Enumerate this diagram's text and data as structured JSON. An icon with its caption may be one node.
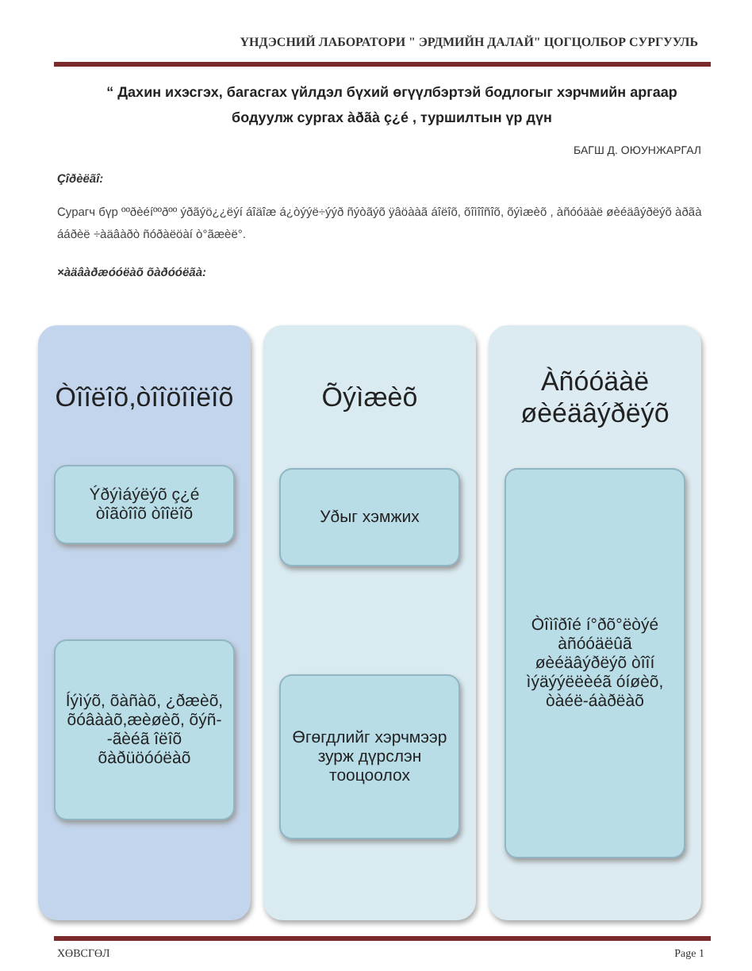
{
  "diagram": {
    "title": "“ Дахин ихэсгэх, багасгах үйлдэл бүхий өгүүлбэртэй бодлогыг хэрчмийн аргаар бодуулж сургах àðãà ç¿é , туршилтын үр дүн",
    "nodes": [
      {
        "text": [
          "Òîîëîõ,òîîöîîëîõ"
        ]
      },
      {
        "text": [
          "Ýðýìáýëýõ ç¿é òîãòîîõ òîîëîõ"
        ],
        "in": 0
      },
      {
        "text": [
          "Íýìýõ, õàñàõ, ¿ðæèõ, õóâààõ,æèøèõ, õýñ--ãèéã îëîõ õàðüöóóëàõ"
        ],
        "in": 0
      },
      {
        "text": [
          "Õýìæèõ"
        ]
      },
      {
        "text": [
          "Уðыг хэмжих"
        ],
        "in": 3
      },
      {
        "text": [
          "Өгөгдлийг хэрчмээр зурж дүрслэн тооцоолох"
        ],
        "in": 3
      },
      {
        "text": [
          "Àñóóäàë øèéäâýðëýõ"
        ]
      },
      {
        "text": [
          "Òîìîðîé í°ðõ°ëòýé àñóóäëûã øèéäâýðëýõ òîîí ìýäýýëëèéã óíøèõ, òàéë-áàðëàõ"
        ],
        "in": 6
      }
    ],
    "edges": [],
    "labels": [
      "ҮНДЭСНИЙ ЛАБОРАТОРИ \" ЭРДМИЙН ДАЛАЙ\" ЦОГЦОЛБОР СУРГУУЛЬ",
      "БАГШ Д. ОЮУНЖАРГАЛ",
      "Çîðèëãî:",
      "Сурагч бүр ººðèéíººðºº ýðãýö¿¿ëýí áîäîæ á¿òýýë÷ýýð ñýòãýõ ÿâöààã áîëîõ, õîìîîñîõ, õýìæèõ , àñóóäàë øèéäâýðëýõ  àðãà ááðèë ÷àäâàðò ñóðàëöàí ò°ãæèë°.",
      "×àäâàðæóóëàõ õàðóóëãà:",
      "ХӨВСГӨЛ",
      "Page 1"
    ]
  }
}
